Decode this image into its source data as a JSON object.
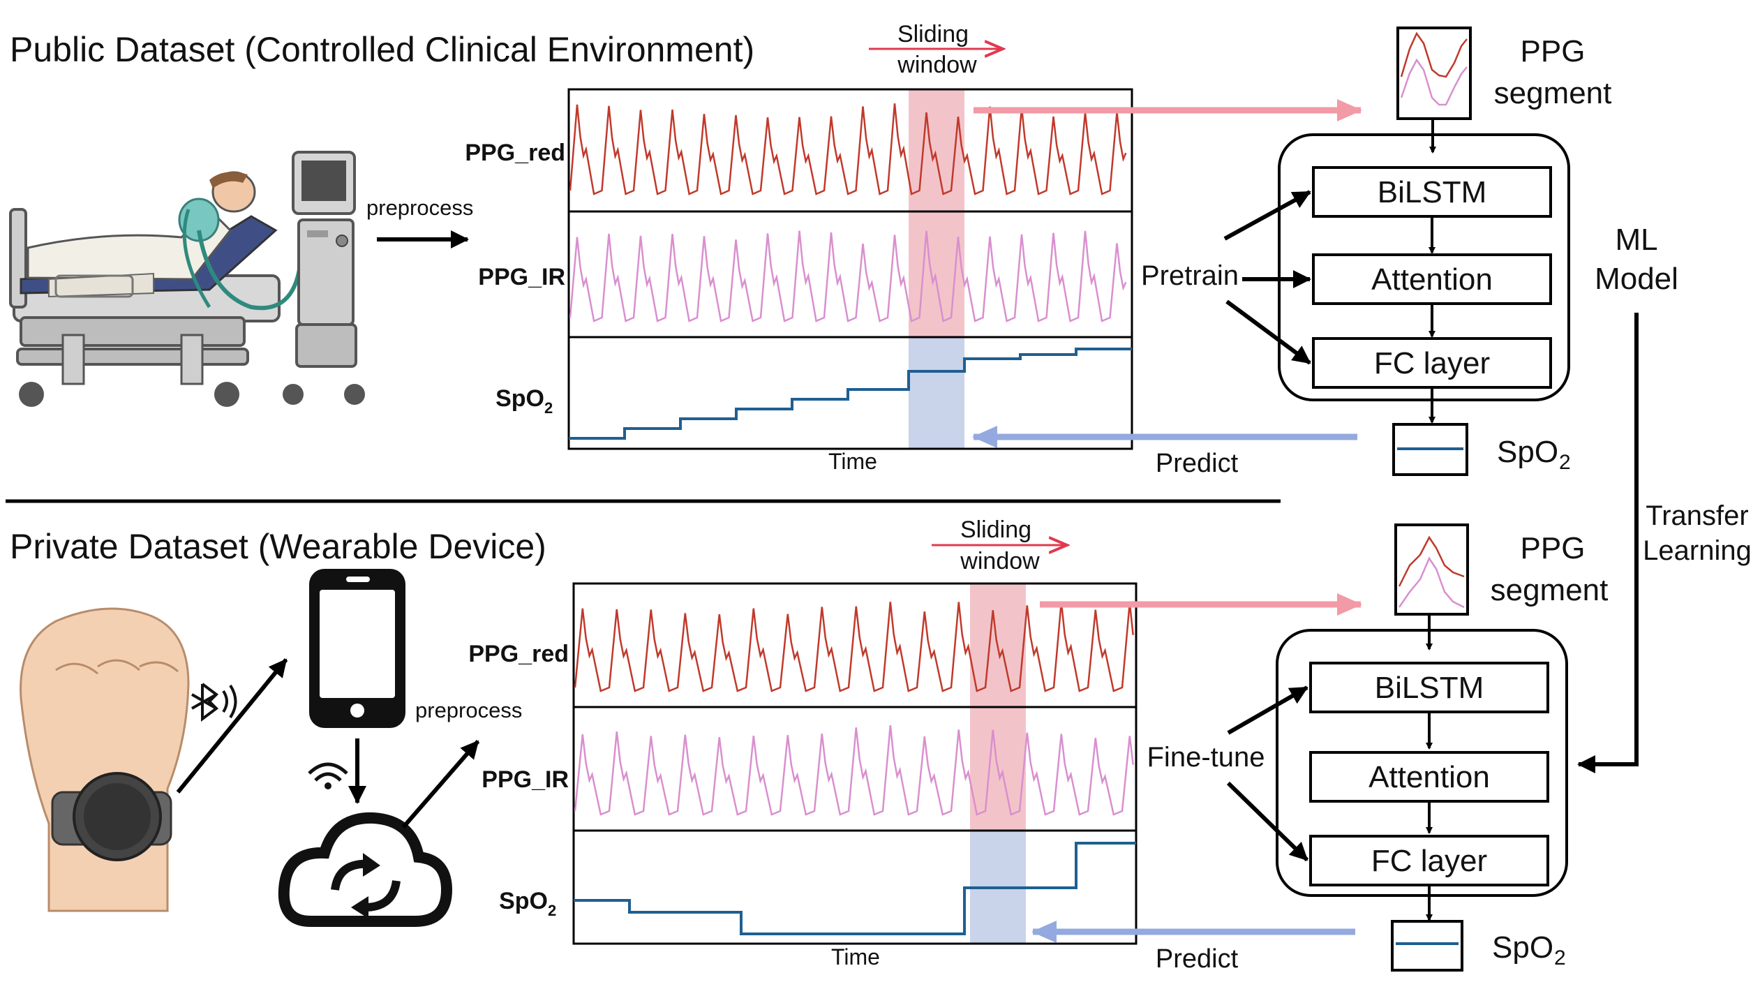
{
  "public": {
    "title": "Public Dataset (Controlled Clinical Environment)",
    "preprocess": "preprocess",
    "sliding1": "Sliding",
    "sliding2": "window",
    "ppg_red": "PPG_red",
    "ppg_ir": "PPG_IR",
    "spo2": "SpO",
    "spo2_sub": "2",
    "time": "Time",
    "segment1": "PPG",
    "segment2": "segment",
    "action": "Pretrain",
    "predict": "Predict",
    "out_spo2": "SpO",
    "out_sub": "2",
    "model": {
      "bilstm": "BiLSTM",
      "attention": "Attention",
      "fc": "FC layer"
    }
  },
  "private": {
    "title": "Private Dataset (Wearable Device)",
    "preprocess": "preprocess",
    "sliding1": "Sliding",
    "sliding2": "window",
    "ppg_red": "PPG_red",
    "ppg_ir": "PPG_IR",
    "spo2": "SpO",
    "spo2_sub": "2",
    "time": "Time",
    "segment1": "PPG",
    "segment2": "segment",
    "action": "Fine-tune",
    "predict": "Predict",
    "out_spo2": "SpO",
    "out_sub": "2",
    "model": {
      "bilstm": "BiLSTM",
      "attention": "Attention",
      "fc": "FC layer"
    }
  },
  "ml_model": {
    "line1": "ML",
    "line2": "Model"
  },
  "transfer": {
    "line1": "Transfer",
    "line2": "Learning"
  },
  "icons": [
    "hospital-bed-ventilator-icon",
    "fist-wristwatch-icon",
    "bluetooth-icon",
    "smartphone-icon",
    "wifi-icon",
    "cloud-sync-icon"
  ],
  "colors": {
    "ppg_red": "#c0392b",
    "ppg_ir": "#d98fcf",
    "spo2": "#1f5f91",
    "window_red": "#f2c4c9",
    "window_blue": "#c9d3ea",
    "arrow_red": "#f29aa5",
    "arrow_blue": "#93a9df",
    "sliding_arrow": "#e03a4f"
  }
}
